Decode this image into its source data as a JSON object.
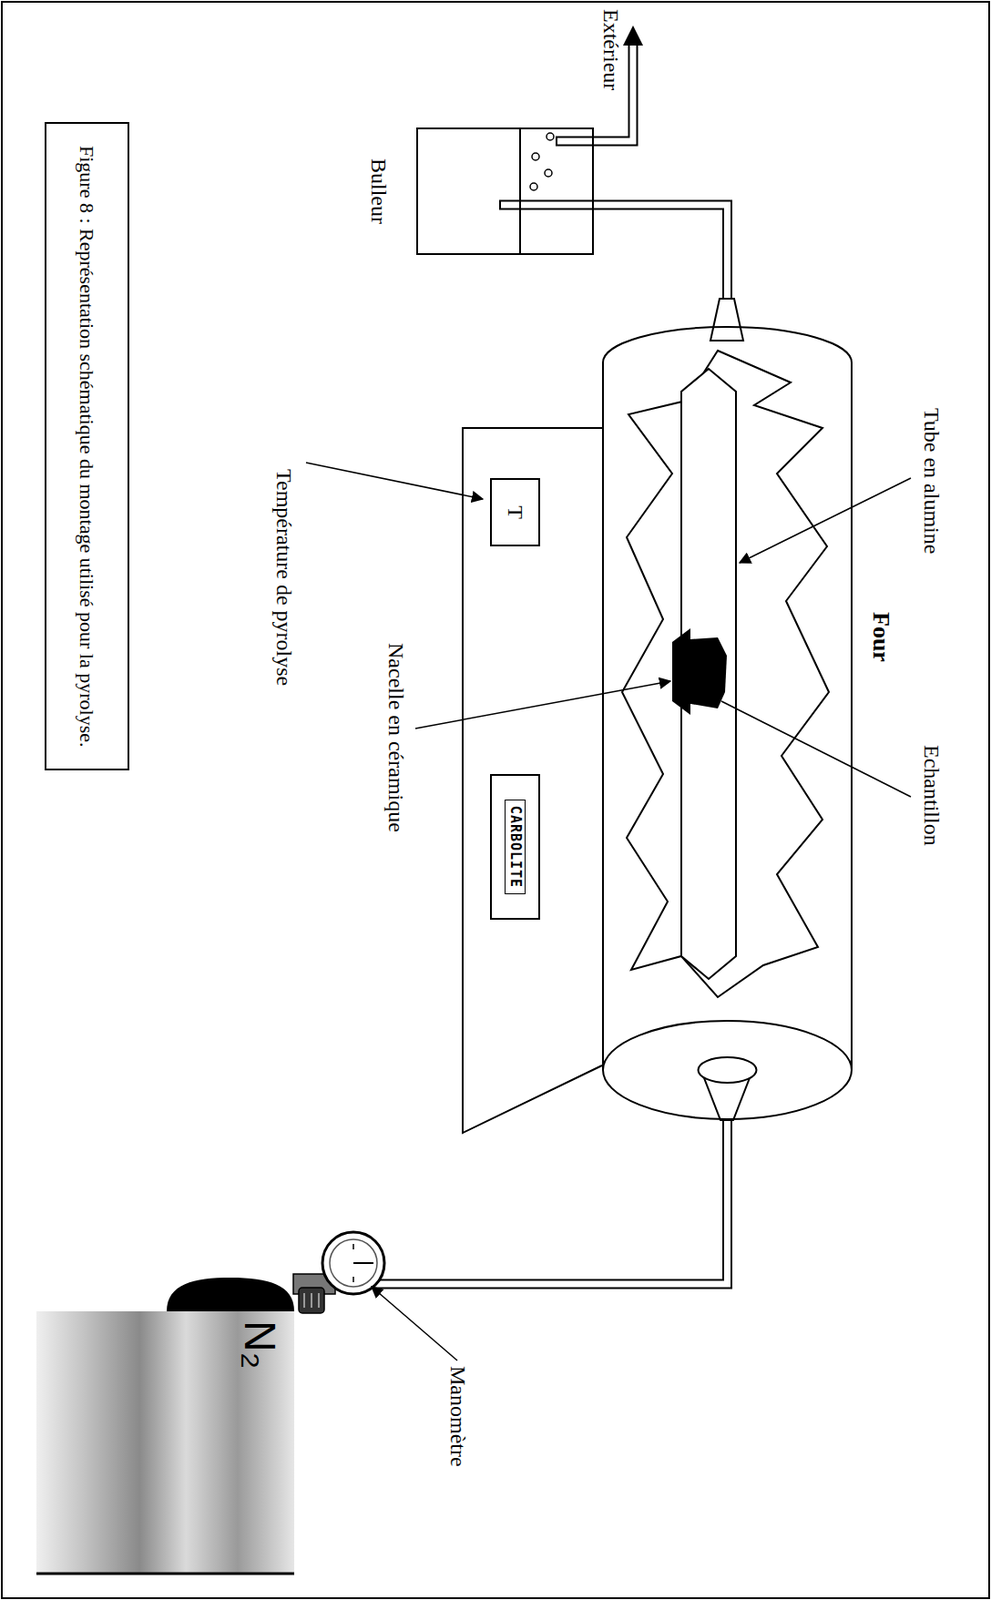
{
  "diagram": {
    "caption": "Figure 8 : Représentation schématique du montage utilisé pour la pyrolyse.",
    "nodes": [
      {
        "text": [
          "Bulleur"
        ]
      },
      {
        "text": [
          "Four"
        ]
      },
      {
        "text": [
          "T"
        ]
      },
      {
        "text": [
          "CARBOLITE"
        ]
      },
      {
        "text": [
          "N₂"
        ]
      }
    ],
    "edges": [
      {
        "from": 4,
        "to": 1,
        "arrow": "none"
      },
      {
        "from": 1,
        "to": 0,
        "arrow": "none"
      }
    ],
    "labels": [
      "Extérieur",
      "Tube en alumine",
      "Echantillon",
      "Température de pyrolyse",
      "Nacelle en céramique",
      "Manomètre"
    ]
  }
}
